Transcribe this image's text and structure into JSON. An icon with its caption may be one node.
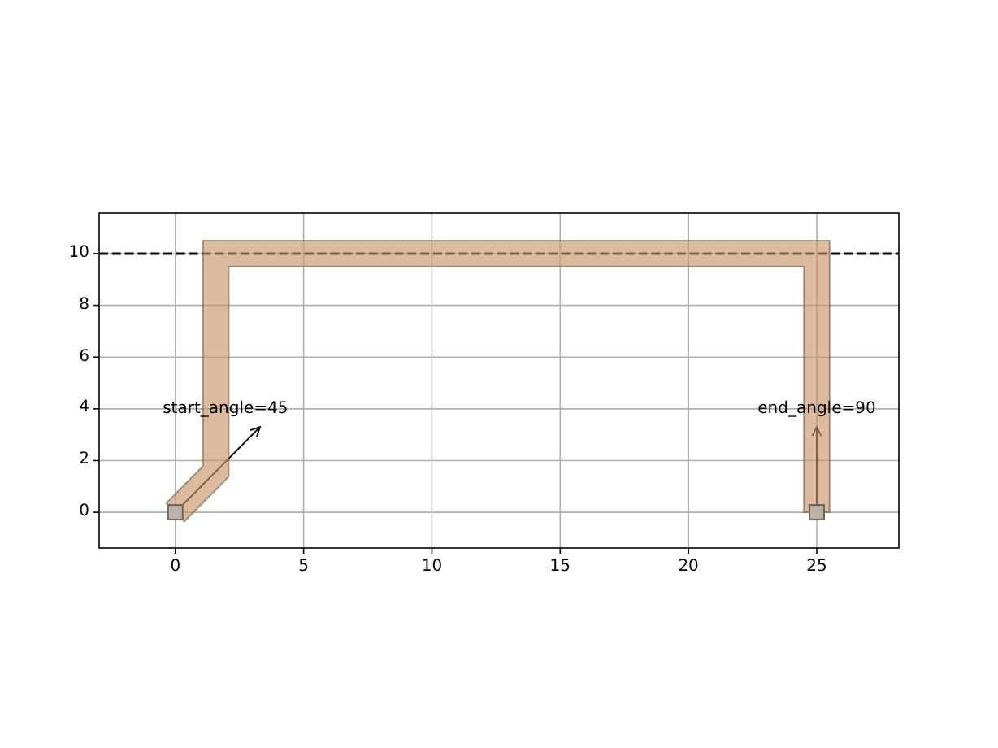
{
  "diagram": {
    "labels": [
      "10",
      "8",
      "6",
      "4",
      "start_angle=45",
      "end_angle=90",
      "2",
      "0",
      "0",
      "5",
      "10",
      "15",
      "20",
      "25"
    ]
  }
}
